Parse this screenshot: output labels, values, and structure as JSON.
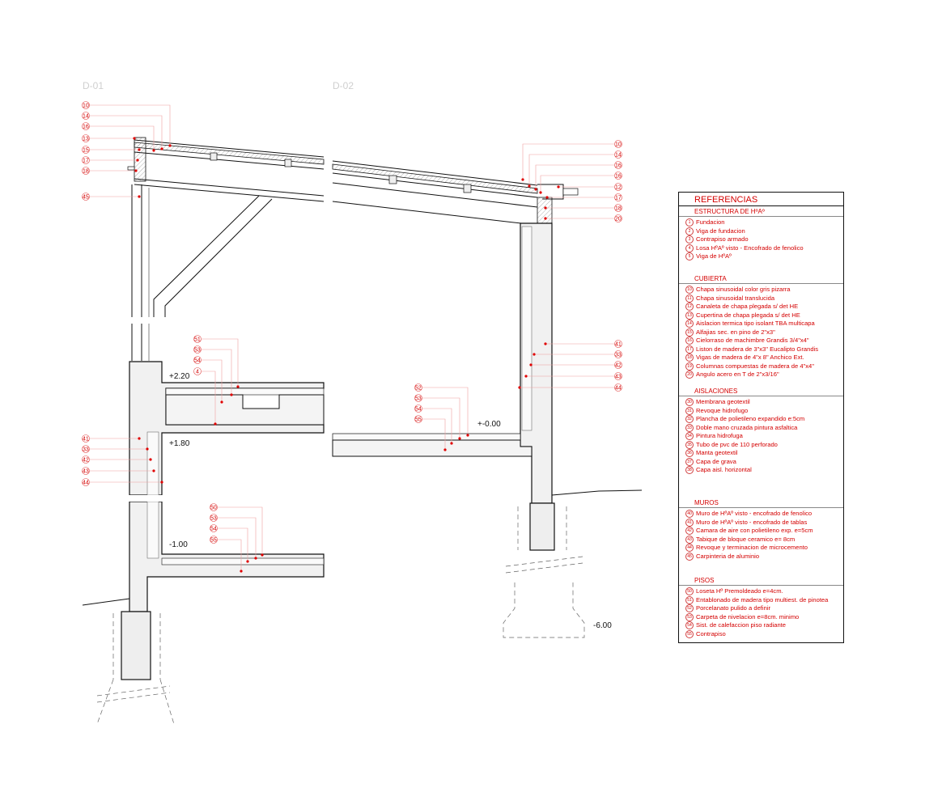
{
  "details": [
    {
      "id": "d01",
      "title": "D-01"
    },
    {
      "id": "d02",
      "title": "D-02"
    }
  ],
  "levels": {
    "d01_top": "+2.20",
    "d01_mid": "+1.80",
    "d01_low": "-1.00",
    "d02_floor": "+-0.00",
    "d02_found": "-6.00"
  },
  "tags": {
    "d01_roof": [
      "10",
      "14",
      "16",
      "13",
      "15",
      "17",
      "18",
      "45"
    ],
    "d01_floor_upper": [
      "51",
      "53",
      "54",
      "4"
    ],
    "d01_wall": [
      "41",
      "33",
      "42",
      "43",
      "44"
    ],
    "d01_floor_lower": [
      "50",
      "53",
      "54",
      "55"
    ],
    "d02_roof": [
      "10",
      "14",
      "16",
      "16",
      "12",
      "17",
      "18",
      "20"
    ],
    "d02_wall": [
      "41",
      "33",
      "42",
      "43",
      "44"
    ],
    "d02_floor": [
      "52",
      "53",
      "54",
      "55"
    ]
  },
  "legend": {
    "title": "REFERENCIAS",
    "sections": [
      {
        "heading": "ESTRUCTURA DE HºAº",
        "items": [
          {
            "num": "1",
            "text": "Fundacion"
          },
          {
            "num": "2",
            "text": "Viga de fundacion"
          },
          {
            "num": "3",
            "text": "Contrapiso armado"
          },
          {
            "num": "4",
            "text": "Losa HºAº visto - Encofrado de fenolico"
          },
          {
            "num": "5",
            "text": "Viga de HºAº"
          }
        ]
      },
      {
        "heading": "CUBIERTA",
        "items": [
          {
            "num": "10",
            "text": "Chapa sinusoidal color gris pizarra"
          },
          {
            "num": "11",
            "text": "Chapa sinusoidal translucida"
          },
          {
            "num": "12",
            "text": "Canaleta de chapa plegada s/ det HE"
          },
          {
            "num": "13",
            "text": "Cupertina de chapa plegada s/ det HE"
          },
          {
            "num": "14",
            "text": "Aislacion termica tipo isolant TBA multicapa"
          },
          {
            "num": "15",
            "text": "Alfajias sec. en pino de 2\"x3\""
          },
          {
            "num": "16",
            "text": "Cielorraso de machimbre Grandis 3/4\"x4\""
          },
          {
            "num": "17",
            "text": "Liston de madera de 3\"x3\" Eucalipto Grandis"
          },
          {
            "num": "18",
            "text": "Vigas de madera de 4\"x 8\" Anchico Ext."
          },
          {
            "num": "19",
            "text": "Columnas compuestas de madera de 4\"x4\""
          },
          {
            "num": "20",
            "text": "Angulo acero en T de 2\"x3/16\""
          }
        ]
      },
      {
        "heading": "AISLACIONES",
        "items": [
          {
            "num": "30",
            "text": "Membrana geotextil"
          },
          {
            "num": "31",
            "text": "Revoque hidrofugo"
          },
          {
            "num": "32",
            "text": "Plancha de polietileno expandido e:5cm"
          },
          {
            "num": "33",
            "text": "Doble mano cruzada pintura asfaltica"
          },
          {
            "num": "34",
            "text": "Pintura hidrofuga"
          },
          {
            "num": "35",
            "text": "Tubo de pvc de 110 perforado"
          },
          {
            "num": "36",
            "text": "Manta geotextil"
          },
          {
            "num": "37",
            "text": "Capa de grava"
          },
          {
            "num": "38",
            "text": "Capa aisl. horizontal"
          }
        ]
      },
      {
        "heading": "MUROS",
        "items": [
          {
            "num": "40",
            "text": "Muro de HºAº visto - encofrado de fenolico"
          },
          {
            "num": "41",
            "text": "Muro de HºAº visto - encofrado de tablas"
          },
          {
            "num": "42",
            "text": "Camara de aire con polietileno exp. e=5cm"
          },
          {
            "num": "43",
            "text": "Tabique de bloque ceramico e= 8cm"
          },
          {
            "num": "44",
            "text": "Revoque y terminacion de microcemento"
          },
          {
            "num": "45",
            "text": "Carpinteria de aluminio"
          }
        ]
      },
      {
        "heading": "PISOS",
        "items": [
          {
            "num": "50",
            "text": "Loseta Hº Premoldeado e=4cm."
          },
          {
            "num": "51",
            "text": "Entablonado de madera tipo multiest. de pinotea"
          },
          {
            "num": "52",
            "text": "Porcelanato pulido a definir"
          },
          {
            "num": "53",
            "text": "Carpeta de nivelacion e=8cm. minimo"
          },
          {
            "num": "54",
            "text": "Sist. de calefaccion piso radiante"
          },
          {
            "num": "55",
            "text": "Contrapiso"
          }
        ]
      }
    ]
  }
}
